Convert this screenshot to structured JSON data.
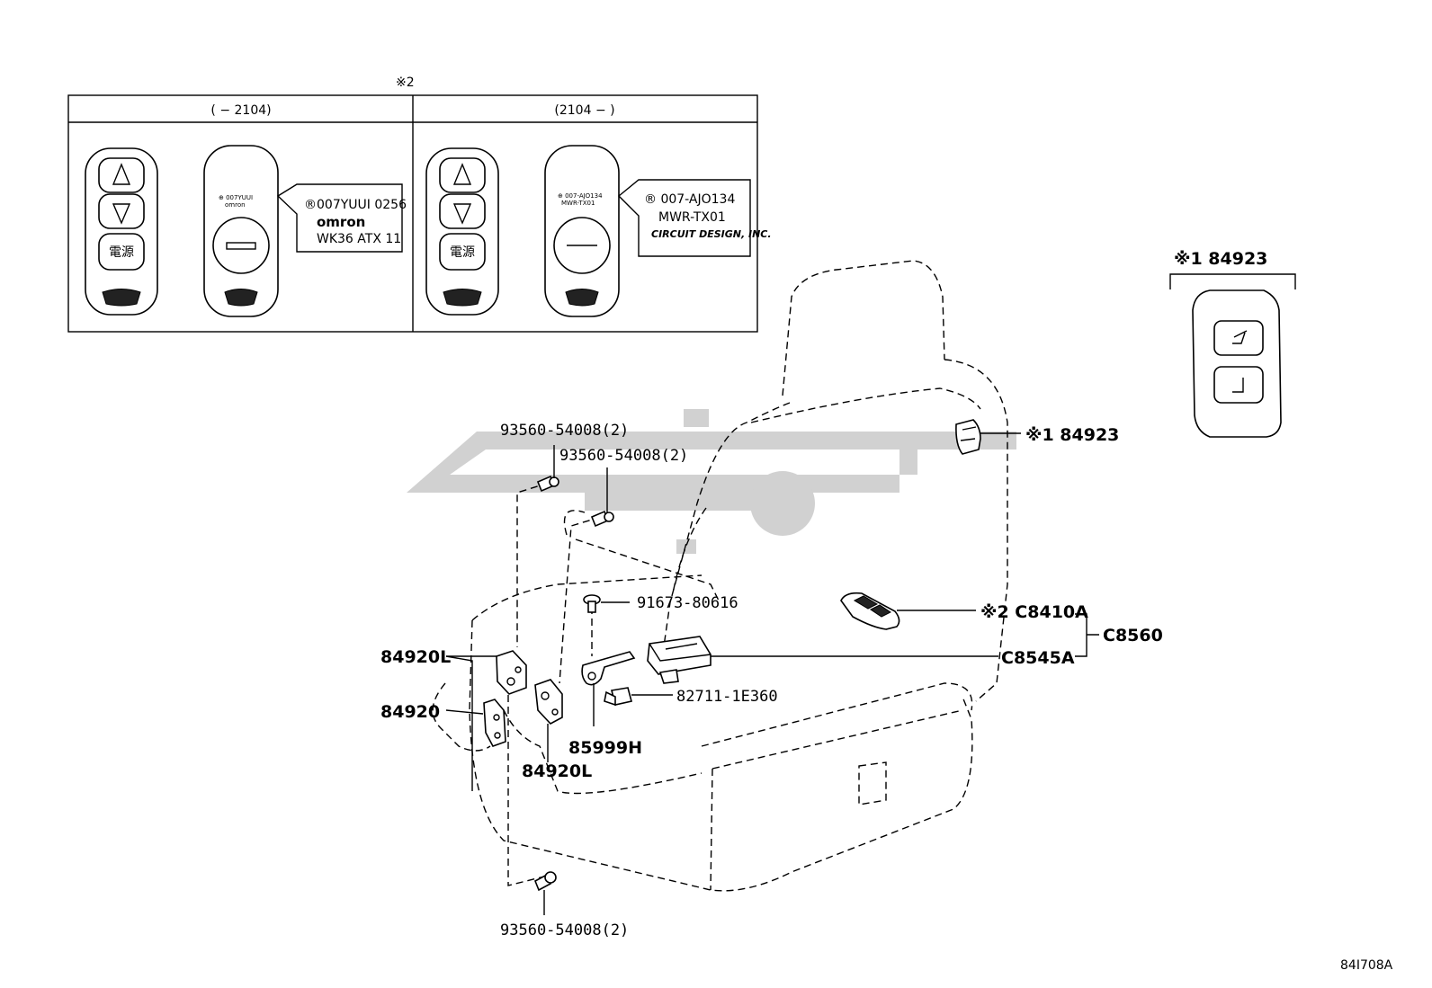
{
  "inset": {
    "note_mark": "※2",
    "left_header": "(     − 2104)",
    "right_header": "(2104 −      )",
    "left_label": {
      "line1": "®007YUUI 0256",
      "line2": "omron",
      "line3": "WK36  ATX  11"
    },
    "right_label": {
      "line1": "® 007-AJO134",
      "line2": "MWR-TX01",
      "line3": "CIRCUIT DESIGN, INC."
    },
    "power_button": "電源"
  },
  "switch_detail": {
    "note": "※1 84923"
  },
  "callouts": {
    "bolt_top_1": "93560-54008(2)",
    "bolt_top_2": "93560-54008(2)",
    "bolt_bottom": "93560-54008(2)",
    "screw": "91673-80616",
    "clip": "82711-1E360",
    "bracket": "85999H",
    "hinge_l_upper": "84920L",
    "hinge": "84920",
    "hinge_l_lower": "84920L",
    "switch": "※1 84923",
    "remote": "※2 C8410A",
    "receiver": "C8545A",
    "assembly": "C8560"
  },
  "watermark": "سوپارت",
  "figure_code": "84I708A"
}
